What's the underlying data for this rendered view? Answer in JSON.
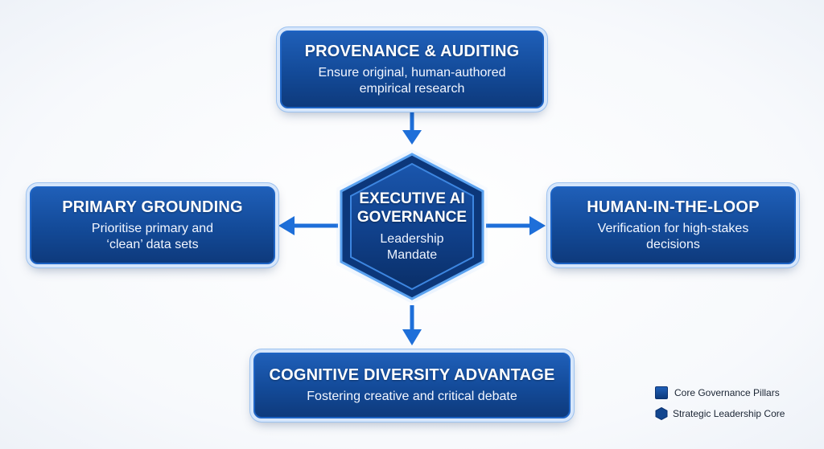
{
  "center": {
    "title": "EXECUTIVE AI\nGOVERNANCE",
    "subtitle": "Leadership\nMandate"
  },
  "pillars": {
    "top": {
      "title": "PROVENANCE & AUDITING",
      "description": "Ensure original, human-authored\nempirical research"
    },
    "left": {
      "title": "PRIMARY GROUNDING",
      "description": "Prioritise primary and\n‘clean’ data sets"
    },
    "right": {
      "title": "HUMAN-IN-THE-LOOP",
      "description": "Verification for high-stakes\ndecisions"
    },
    "bottom": {
      "title": "COGNITIVE DIVERSITY ADVANTAGE",
      "description": "Fostering creative and critical debate"
    }
  },
  "legend": {
    "items": [
      {
        "label": "Core Governance Pillars",
        "icon": "square-icon"
      },
      {
        "label": "Strategic Leadership Core",
        "icon": "hexagon-icon"
      }
    ]
  },
  "colors": {
    "card_top": "#1f5fb8",
    "card_bottom": "#0e3a7c",
    "accent": "#1e6fd9",
    "glow": "#9cc2f0"
  }
}
